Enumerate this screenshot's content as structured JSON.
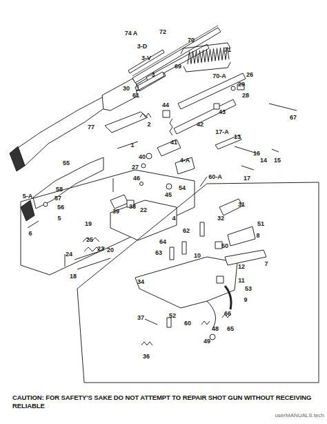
{
  "diagram": {
    "caption": "CAUTION:  FOR SAFETY'S SAKE DO NOT ATTEMPT TO REPAIR  SHOT GUN  WITHOUT RECEIVING RELIABLE",
    "labels": [
      "74 A",
      "72",
      "3-D",
      "3-V",
      "3",
      "30",
      "1",
      "70",
      "71",
      "69",
      "70-A",
      "26",
      "29",
      "28",
      "43",
      "67",
      "61",
      "77",
      "2",
      "44",
      "42",
      "17-A",
      "13",
      "41",
      "16",
      "14",
      "15",
      "17",
      "1",
      "40",
      "27",
      "4-A",
      "55",
      "45",
      "46",
      "54",
      "60-A",
      "58",
      "57",
      "5-A",
      "56",
      "5",
      "6",
      "38",
      "22",
      "39",
      "19",
      "4",
      "31",
      "32",
      "51",
      "8",
      "62",
      "64",
      "63",
      "10",
      "50",
      "25",
      "23",
      "20",
      "24",
      "18",
      "7",
      "12",
      "34",
      "11",
      "53",
      "9",
      "37",
      "52",
      "60",
      "66",
      "48",
      "65",
      "49",
      "36",
      "userMANUALS.tech"
    ]
  }
}
